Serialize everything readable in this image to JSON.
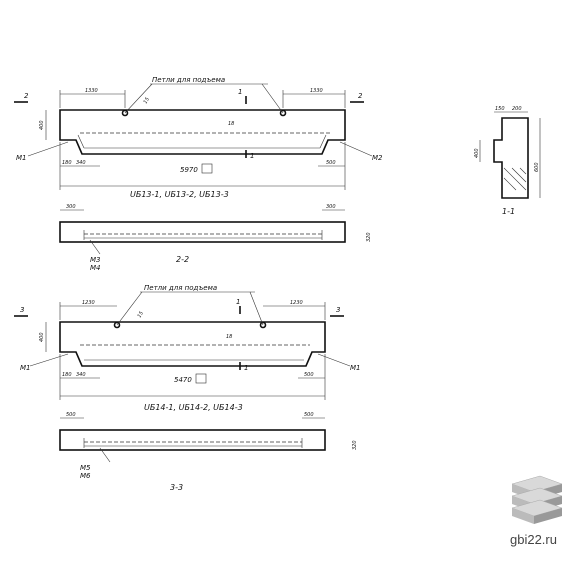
{
  "beam1": {
    "lifting_loops": "Петли для подъема",
    "dim_left": "1330",
    "dim_right": "1330",
    "height": "400",
    "len_total": "5970",
    "dim_180": "180",
    "dim_340": "340",
    "dim_500": "500",
    "mark_m1": "М1",
    "mark_m2": "М2",
    "section_mark": "2",
    "cut_mark": "1",
    "caption": "UБ13-1, UБ13-2, UБ13-3",
    "bar_a": "15",
    "bar_b": "18"
  },
  "plan1": {
    "dim_left": "300",
    "dim_right": "300",
    "height": "320",
    "marks_top": "М3",
    "marks_bot": "М4",
    "caption": "2-2"
  },
  "beam2": {
    "lifting_loops": "Петли для подъема",
    "dim_left": "1230",
    "dim_right": "1230",
    "height": "400",
    "len_total": "5470",
    "dim_180": "180",
    "dim_340": "340",
    "dim_500": "500",
    "mark_m1_left": "М1",
    "mark_m1_right": "М1",
    "section_mark": "3",
    "cut_mark": "1",
    "caption": "UБ14-1, UБ14-2, UБ14-3",
    "bar_a": "15",
    "bar_b": "18"
  },
  "plan2": {
    "dim_left": "500",
    "dim_right": "500",
    "height": "320",
    "marks_top": "М5",
    "marks_bot": "М6",
    "caption": "3-3"
  },
  "section11": {
    "dim_150": "150",
    "dim_200": "200",
    "dim_400": "400",
    "dim_600": "600",
    "caption": "1-1"
  },
  "watermark": {
    "text": "gbi22.ru"
  }
}
